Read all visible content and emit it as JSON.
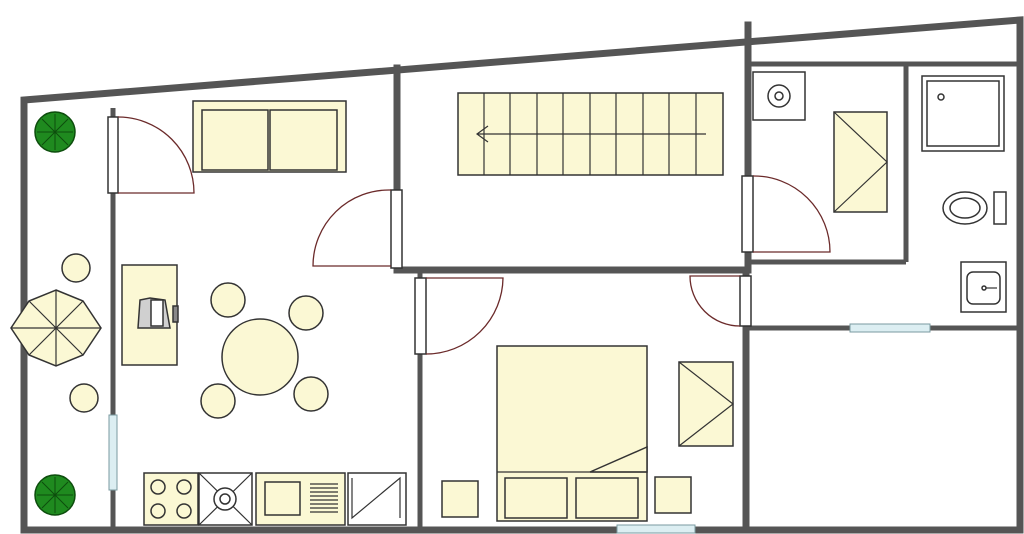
{
  "plan": {
    "kind": "apartment-floor-plan",
    "labels": [],
    "colors": {
      "wall": "#555555",
      "floor": "#ffffff",
      "furniture": "#fbf8d4",
      "furniture_outline": "#333333",
      "plant": "#1f8a1f",
      "window": "#dceef2",
      "door_arc": "#6b2a2a"
    },
    "rooms": [
      {
        "id": "terrace",
        "contents": [
          "plant",
          "parasol",
          "stool",
          "stool",
          "plant"
        ]
      },
      {
        "id": "living-kitchen",
        "contents": [
          "sofa",
          "desk",
          "dining-table",
          "chair",
          "chair",
          "chair",
          "chair",
          "hob",
          "cooker",
          "sink",
          "dishwasher"
        ]
      },
      {
        "id": "stair-hall",
        "contents": [
          "staircase"
        ]
      },
      {
        "id": "utility",
        "contents": [
          "washing-machine",
          "cabinet"
        ]
      },
      {
        "id": "bathroom",
        "contents": [
          "shower",
          "toilet",
          "washbasin"
        ]
      },
      {
        "id": "bedroom",
        "contents": [
          "double-bed",
          "nightstand",
          "nightstand",
          "wardrobe"
        ]
      },
      {
        "id": "storage",
        "contents": []
      }
    ]
  }
}
